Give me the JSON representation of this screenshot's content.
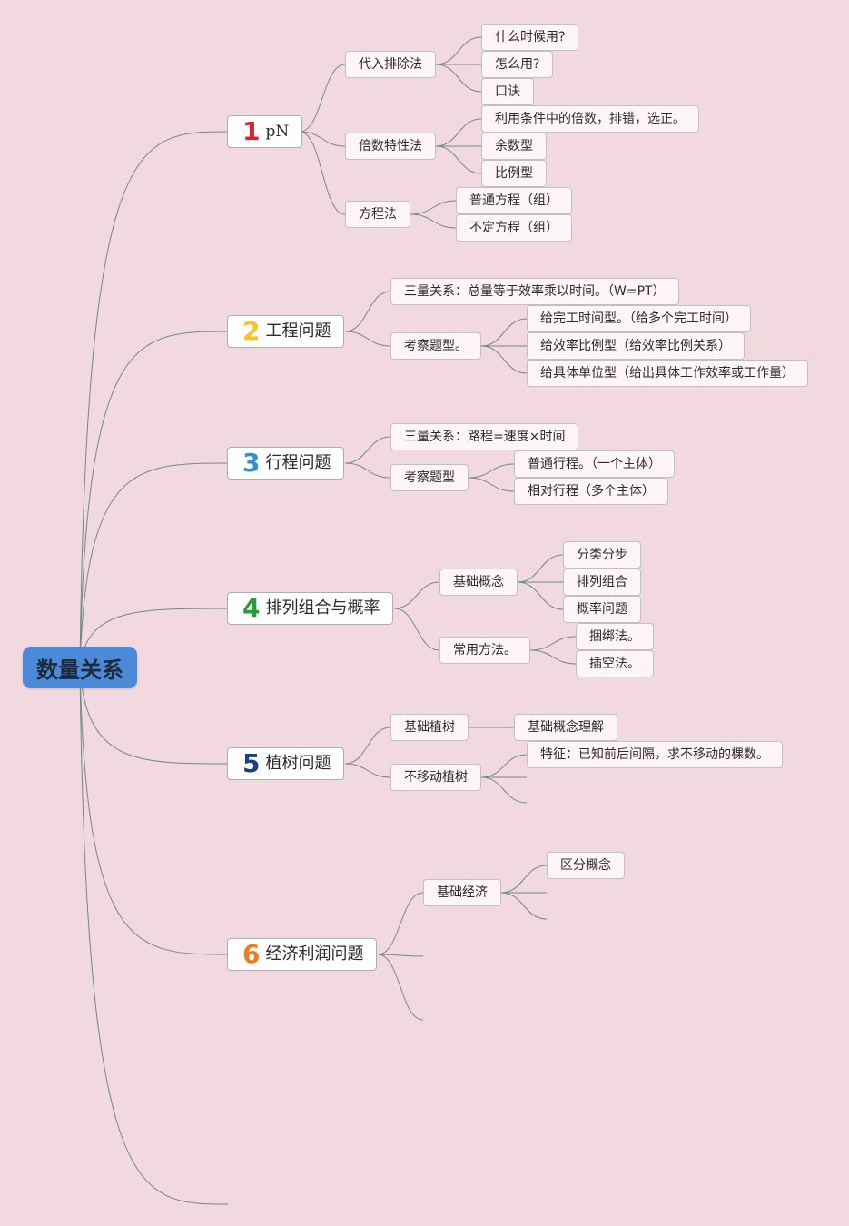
{
  "root": {
    "label": "数量关系"
  },
  "colors": {
    "background": "#f2d9e0",
    "root_fill": "#4a8ad8",
    "line": "#6f8b85",
    "num_1": "#d8232f",
    "num_2": "#f5c326",
    "num_3": "#2f8fd8",
    "num_4": "#2a9a3a",
    "num_5": "#1c3f8a",
    "num_6": "#f07a1c"
  },
  "branches": [
    {
      "number": "1",
      "label": "pN",
      "children": [
        {
          "label": "代入排除法",
          "children": [
            "什么时候用?",
            "怎么用?",
            "口诀"
          ]
        },
        {
          "label": "倍数特性法",
          "children": [
            "利用条件中的倍数，排错，选正。",
            "余数型",
            "比例型"
          ]
        },
        {
          "label": "方程法",
          "children": [
            "普通方程（组）",
            "不定方程（组）"
          ]
        }
      ]
    },
    {
      "number": "2",
      "label": "工程问题",
      "children": [
        {
          "label": "三量关系：总量等于效率乘以时间。（W=PT）",
          "children": []
        },
        {
          "label": "考察题型。",
          "children": [
            "给完工时间型。（给多个完工时间）",
            "给效率比例型（给效率比例关系）",
            "给具体单位型（给出具体工作效率或工作量）"
          ]
        }
      ]
    },
    {
      "number": "3",
      "label": "行程问题",
      "children": [
        {
          "label": "三量关系：路程=速度×时间",
          "children": []
        },
        {
          "label": "考察题型",
          "children": [
            "普通行程。（一个主体）",
            "相对行程（多个主体）"
          ]
        }
      ]
    },
    {
      "number": "4",
      "label": "排列组合与概率",
      "children": [
        {
          "label": "基础概念",
          "children": [
            "分类分步",
            "排列组合",
            "概率问题"
          ]
        },
        {
          "label": "常用方法。",
          "children": [
            "捆绑法。",
            "插空法。"
          ]
        }
      ]
    },
    {
      "number": "5",
      "label": "植树问题",
      "children": [
        {
          "label": "基础植树",
          "children": [
            "基础概念理解"
          ]
        },
        {
          "label": "不移动植树",
          "children": [
            "特征：已知前后间隔，求不移动的棵数。"
          ]
        }
      ]
    },
    {
      "number": "6",
      "label": "经济利润问题",
      "children": [
        {
          "label": "基础经济",
          "children": [
            "区分概念"
          ]
        }
      ]
    }
  ]
}
